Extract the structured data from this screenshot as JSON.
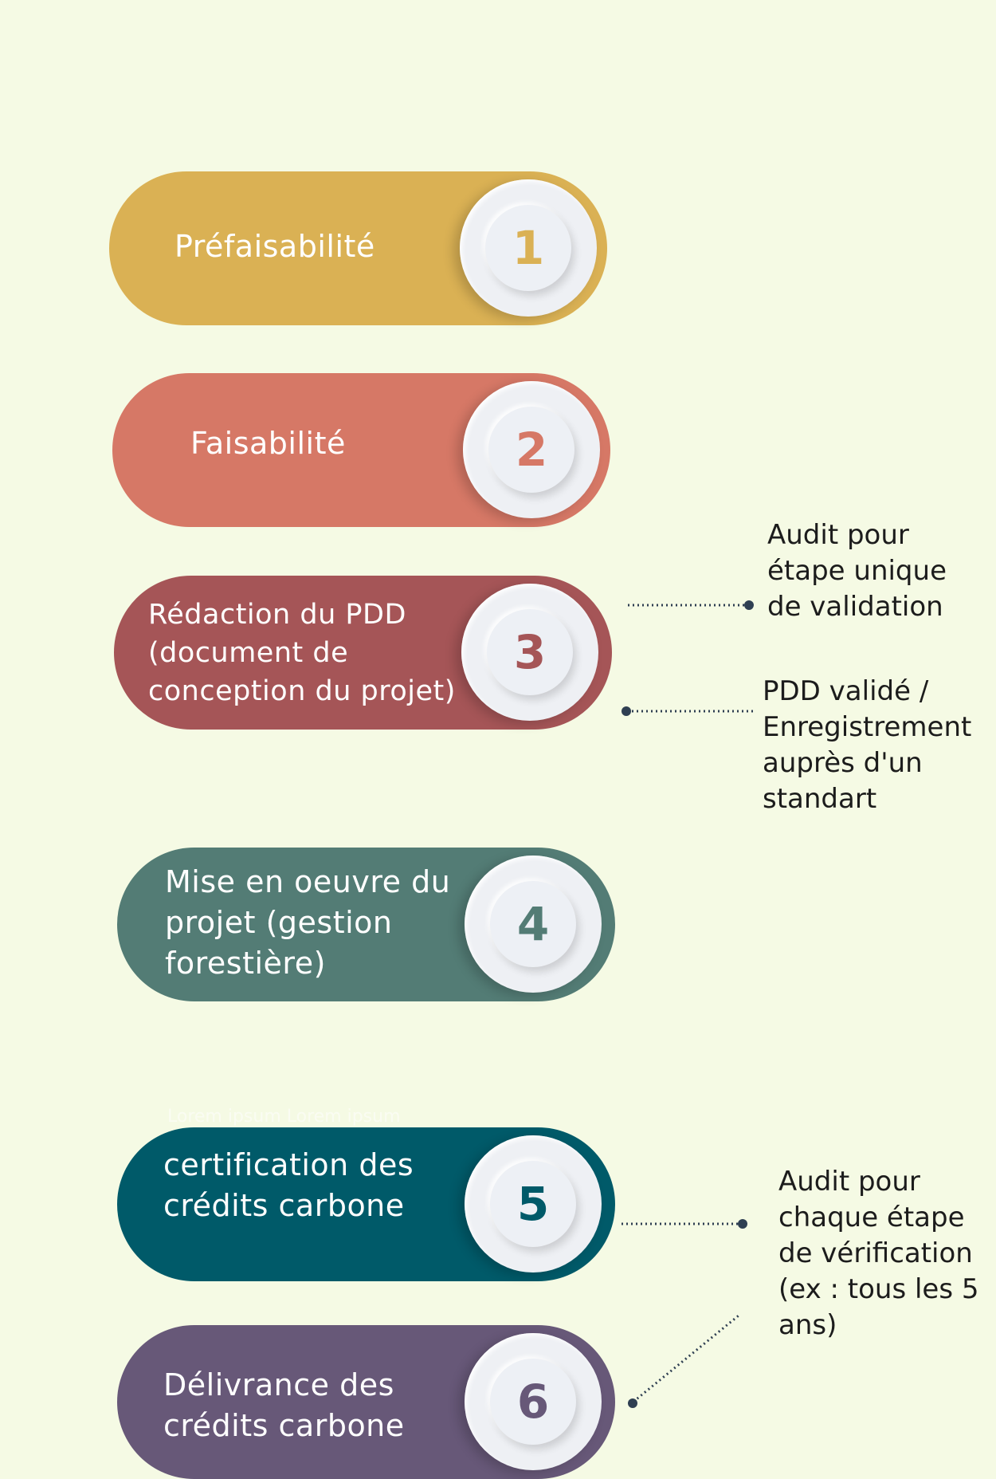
{
  "steps": [
    {
      "number": "1",
      "label": "Préfaisabilité",
      "color": "#dab154"
    },
    {
      "number": "2",
      "label": "Faisabilité",
      "color": "#d67866"
    },
    {
      "number": "3",
      "label": "Rédaction du PDD\n(document de\nconception du projet)",
      "color": "#a55557"
    },
    {
      "number": "4",
      "label": "Mise en oeuvre du\nprojet  (gestion\nforestière)",
      "color": "#537c75"
    },
    {
      "number": "5",
      "label": "certification des\ncrédits carbone",
      "color": "#005a69"
    },
    {
      "number": "6",
      "label": "Délivrance des\ncrédits carbone",
      "color": "#675878"
    }
  ],
  "notes": [
    {
      "text": "Audit pour\nétape unique\nde validation"
    },
    {
      "text": "PDD validé /\nEnregistrement\nauprès d'un\nstandart"
    },
    {
      "text": "Audit pour\nchaque étape\nde vérification\n(ex : tous les 5\nans)"
    }
  ],
  "placeholder_text": "Lorem ipsum Lorem ipsum",
  "connector_color": "#2f3f52"
}
